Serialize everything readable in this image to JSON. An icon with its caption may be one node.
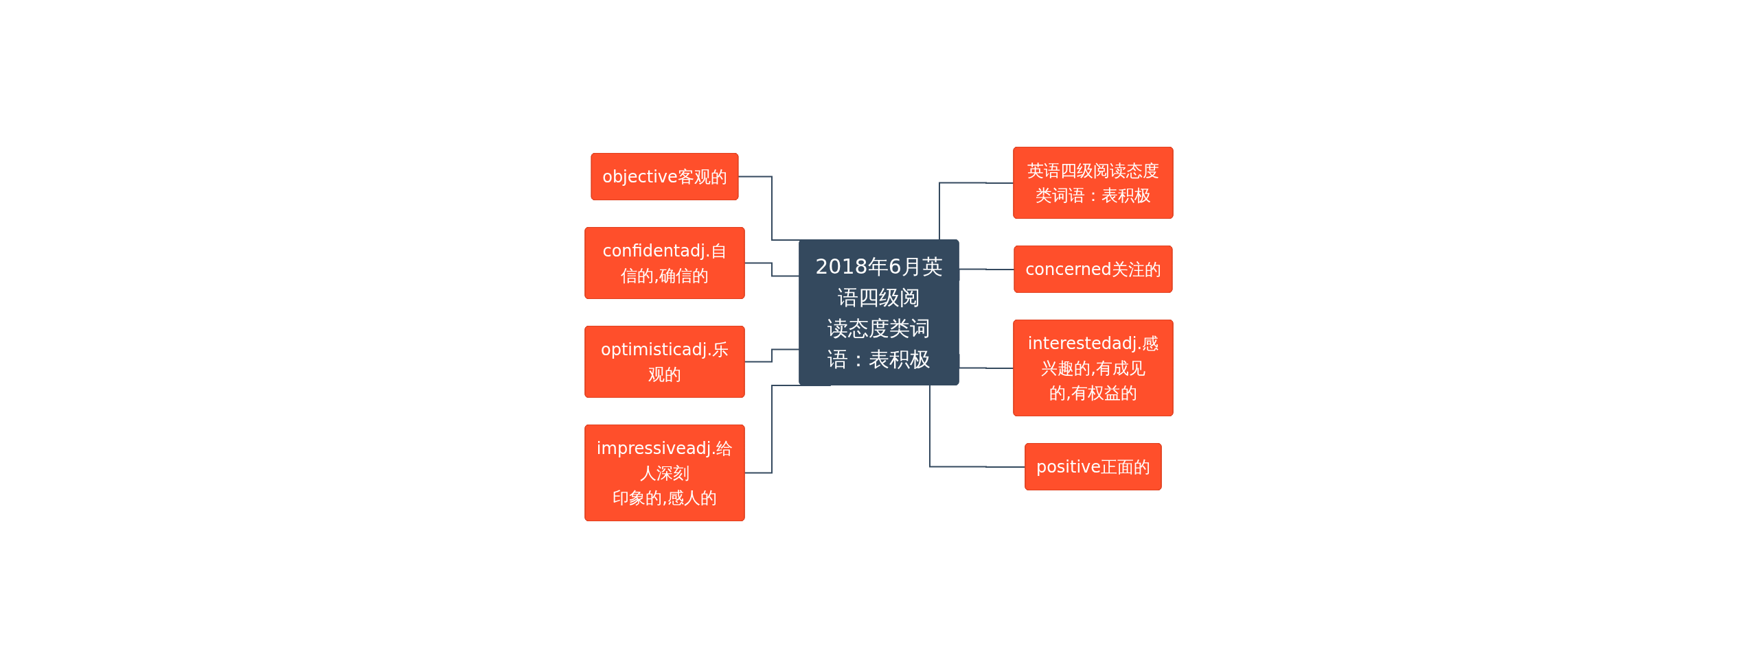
{
  "diagram": {
    "nodes": [
      {
        "text": [
          "2018年6月英语四级阅读态度类词语：表积极"
        ]
      },
      {
        "text": [
          "objective客观的"
        ]
      },
      {
        "text": [
          "confidentadj.自信的,确信的"
        ]
      },
      {
        "text": [
          "optimisticadj.乐观的"
        ]
      },
      {
        "text": [
          "impressiveadj.给人深刻印象的,感人的"
        ]
      },
      {
        "text": [
          "英语四级阅读态度类词语：表积极"
        ]
      },
      {
        "text": [
          "concerned关注的"
        ]
      },
      {
        "text": [
          "interestedadj.感兴趣的,有成见的,有权益的"
        ]
      },
      {
        "text": [
          "positive正面的"
        ]
      }
    ],
    "edges": [
      {
        "from": 0,
        "to": 1,
        "arrow": "none"
      },
      {
        "from": 0,
        "to": 2,
        "arrow": "none"
      },
      {
        "from": 0,
        "to": 3,
        "arrow": "none"
      },
      {
        "from": 0,
        "to": 4,
        "arrow": "none"
      },
      {
        "from": 0,
        "to": 5,
        "arrow": "none"
      },
      {
        "from": 0,
        "to": 6,
        "arrow": "none"
      },
      {
        "from": 0,
        "to": 7,
        "arrow": "none"
      },
      {
        "from": 0,
        "to": 8,
        "arrow": "none"
      }
    ]
  }
}
